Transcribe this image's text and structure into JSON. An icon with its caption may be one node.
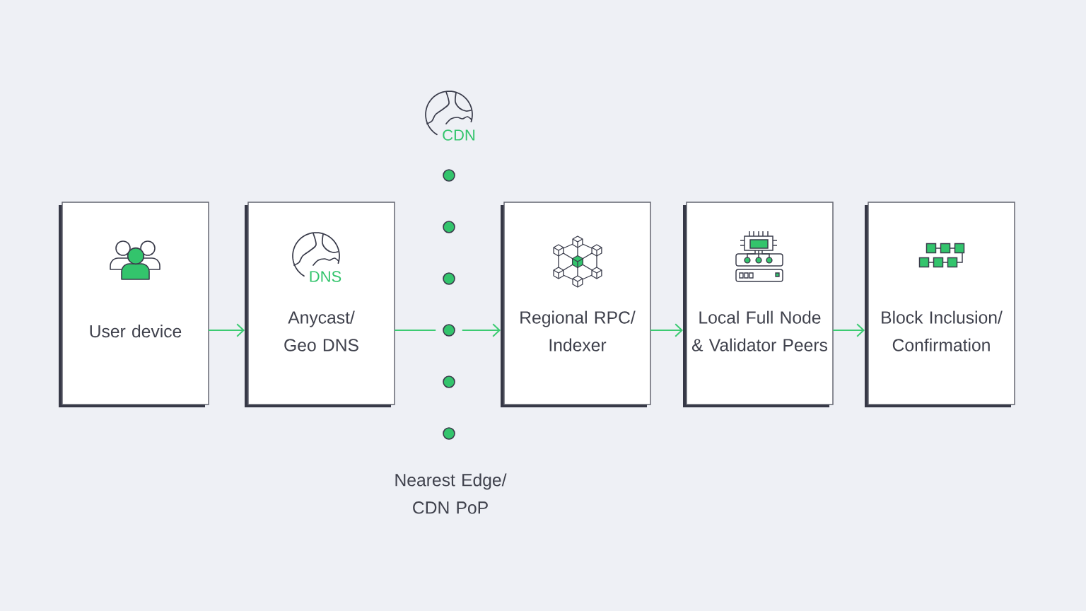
{
  "diagram": {
    "nodes": [
      {
        "text": [
          "User device"
        ]
      },
      {
        "text": [
          "DNS",
          "Anycast/ Geo DNS"
        ]
      },
      {
        "text": [],
        "shape": "circle"
      },
      {
        "text": [],
        "shape": "circle"
      },
      {
        "text": [],
        "shape": "circle"
      },
      {
        "text": [],
        "shape": "circle"
      },
      {
        "text": [],
        "shape": "circle"
      },
      {
        "text": [],
        "shape": "circle"
      },
      {
        "text": [
          "Regional RPC/ Indexer"
        ]
      },
      {
        "text": [
          "Local Full Node & Validator Peers"
        ]
      },
      {
        "text": [
          "Block Inclusion/ Confirmation"
        ]
      }
    ],
    "edges": [
      {
        "from": 0,
        "to": 1,
        "arrow": "to"
      },
      {
        "from": 1,
        "to": 5,
        "arrow": "none"
      },
      {
        "from": 5,
        "to": 8,
        "arrow": "to"
      },
      {
        "from": 8,
        "to": 9,
        "arrow": "to"
      },
      {
        "from": 9,
        "to": 10,
        "arrow": "to"
      }
    ],
    "labels": [
      "CDN",
      "Nearest Edge/ CDN PoP"
    ]
  }
}
